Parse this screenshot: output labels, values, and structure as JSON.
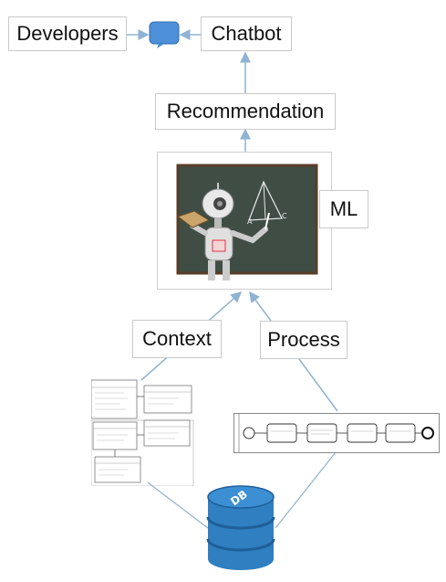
{
  "nodes": {
    "developers": "Developers",
    "chatbot": "Chatbot",
    "recommendation": "Recommendation",
    "ml": "ML",
    "context": "Context",
    "process": "Process",
    "db": "DB"
  },
  "colors": {
    "arrow": "#8fb3d1",
    "chat_bubble": "#4d8fd9",
    "db_fill": "#2f7fc1",
    "db_dark": "#1f5f99",
    "chalkboard": "#3f4d45",
    "frame_border": "#c9c9c9"
  },
  "icons": {
    "chat": "chat-bubble-icon",
    "robot": "robot-teacher-illustration",
    "uml": "class-diagram-thumbnail",
    "bpmn": "process-flow-thumbnail",
    "database": "database-icon"
  }
}
